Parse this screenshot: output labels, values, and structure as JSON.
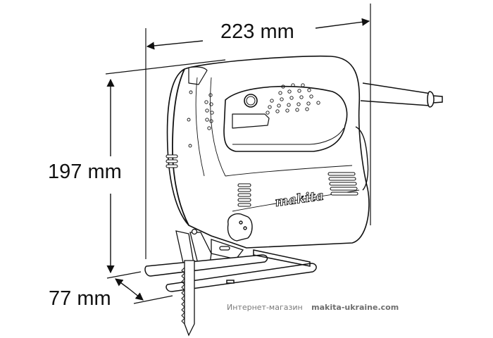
{
  "diagram": {
    "subject": "Makita jigsaw",
    "brand_logo": "makita",
    "dimensions": {
      "width": {
        "value": 223,
        "unit": "mm",
        "label": "223 mm"
      },
      "height": {
        "value": 197,
        "unit": "mm",
        "label": "197 mm"
      },
      "depth": {
        "value": 77,
        "unit": "mm",
        "label": "77 mm"
      }
    },
    "colors": {
      "line": "#111111",
      "background": "#ffffff",
      "watermark": "#7a7a7a"
    }
  },
  "footer": {
    "shop_label": "Интернет-магазин",
    "site": "makita-ukraine.com"
  }
}
